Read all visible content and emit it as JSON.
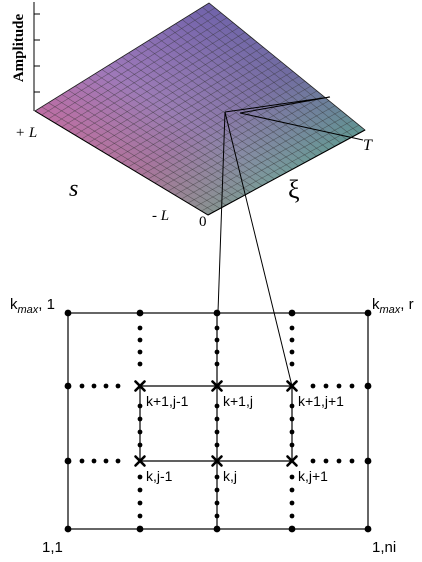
{
  "surface_plot": {
    "z_axis_label": "Amplitude",
    "s_axis_label": "s",
    "xi_axis_label": "ξ",
    "s_max_tick": "+ L",
    "s_min_tick": "- L",
    "xi_min_tick": "0",
    "xi_max_tick": "T"
  },
  "grid": {
    "corner_top_left": {
      "base": "k",
      "sub": "max",
      "suffix": ", 1"
    },
    "corner_top_right": {
      "base": "k",
      "sub": "max",
      "suffix": ", r"
    },
    "corner_bottom_left": "1,1",
    "corner_bottom_right": "1,ni",
    "node_labels": [
      "k+1,j-1",
      "k+1,j",
      "k+1,j+1",
      "k,j-1",
      "k,j",
      "k,j+1"
    ]
  },
  "colors": {
    "surface_low": "#e0547a",
    "surface_mid": "#8c6fc6",
    "surface_high": "#3d3f9a",
    "surface_green": "#46c58a",
    "line": "#000000"
  }
}
